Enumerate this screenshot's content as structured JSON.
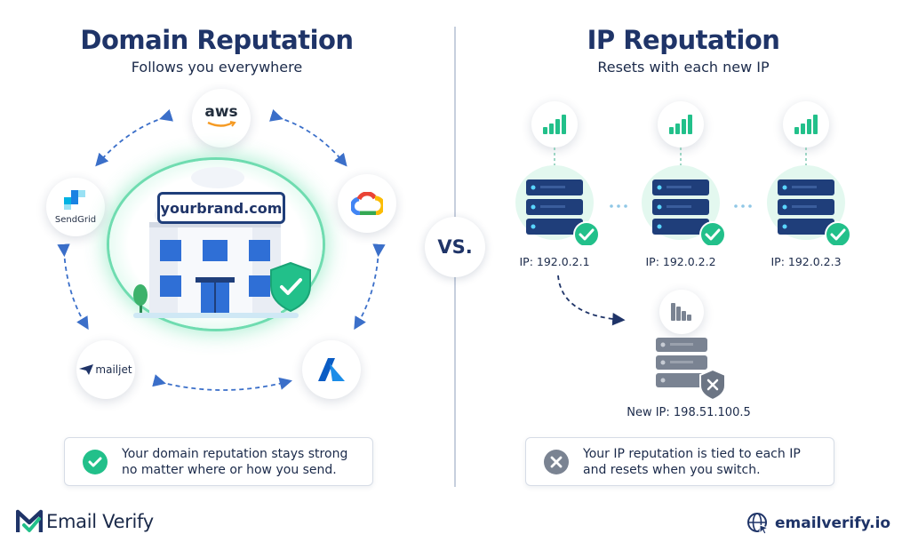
{
  "left": {
    "title": "Domain Reputation",
    "subtitle": "Follows you everywhere",
    "brand_domain": "yourbrand.com",
    "providers": {
      "aws": "aws",
      "sendgrid": "SendGrid",
      "mailjet": "mailjet"
    },
    "info": {
      "line1": "Your domain reputation stays strong",
      "line2": "no matter where or how you send."
    }
  },
  "vs": "VS.",
  "right": {
    "title": "IP Reputation",
    "subtitle": "Resets with each new IP",
    "servers": [
      {
        "label": "IP: 192.0.2.1"
      },
      {
        "label": "IP: 192.0.2.2"
      },
      {
        "label": "IP: 192.0.2.3"
      }
    ],
    "new_server": {
      "label": "New IP: 198.51.100.5"
    },
    "info": {
      "line1": "Your IP reputation is tied to each IP",
      "line2": "and resets when you switch."
    }
  },
  "footer": {
    "logo_text": "Email Verify",
    "site": "emailverify.io"
  },
  "colors": {
    "navy": "#1f3468",
    "green": "#22c08a",
    "gray": "#7a8392",
    "arrow_blue": "#3b6fc9"
  }
}
